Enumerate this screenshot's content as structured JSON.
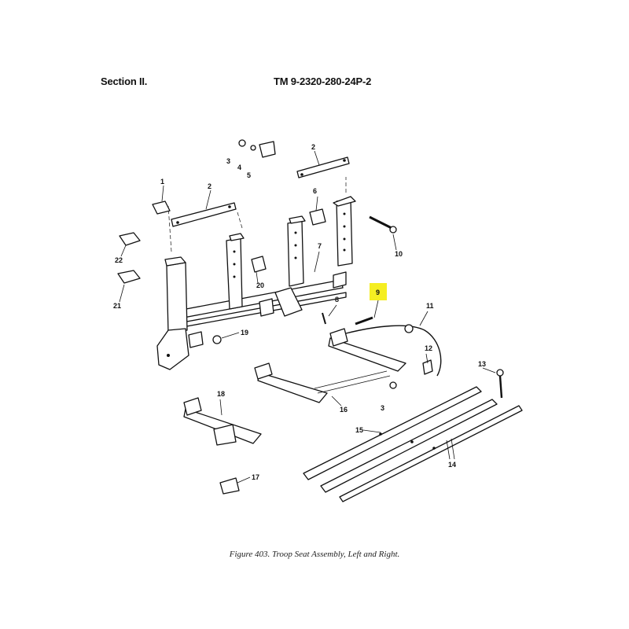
{
  "header": {
    "section": "Section II.",
    "manual_number": "TM 9-2320-280-24P-2"
  },
  "figure": {
    "caption": "Figure 403.  Troop Seat Assembly, Left and Right.",
    "highlight_color": "#f5ee22",
    "highlighted_callout": "9",
    "callouts": {
      "c1": "1",
      "c2a": "2",
      "c2b": "2",
      "c3a": "3",
      "c3b": "3",
      "c4": "4",
      "c5": "5",
      "c6": "6",
      "c7": "7",
      "c8": "8",
      "c9": "9",
      "c10": "10",
      "c11": "11",
      "c12": "12",
      "c13": "13",
      "c14": "14",
      "c15": "15",
      "c16": "16",
      "c17": "17",
      "c18": "18",
      "c19": "19",
      "c20": "20",
      "c21": "21",
      "c22": "22"
    }
  }
}
